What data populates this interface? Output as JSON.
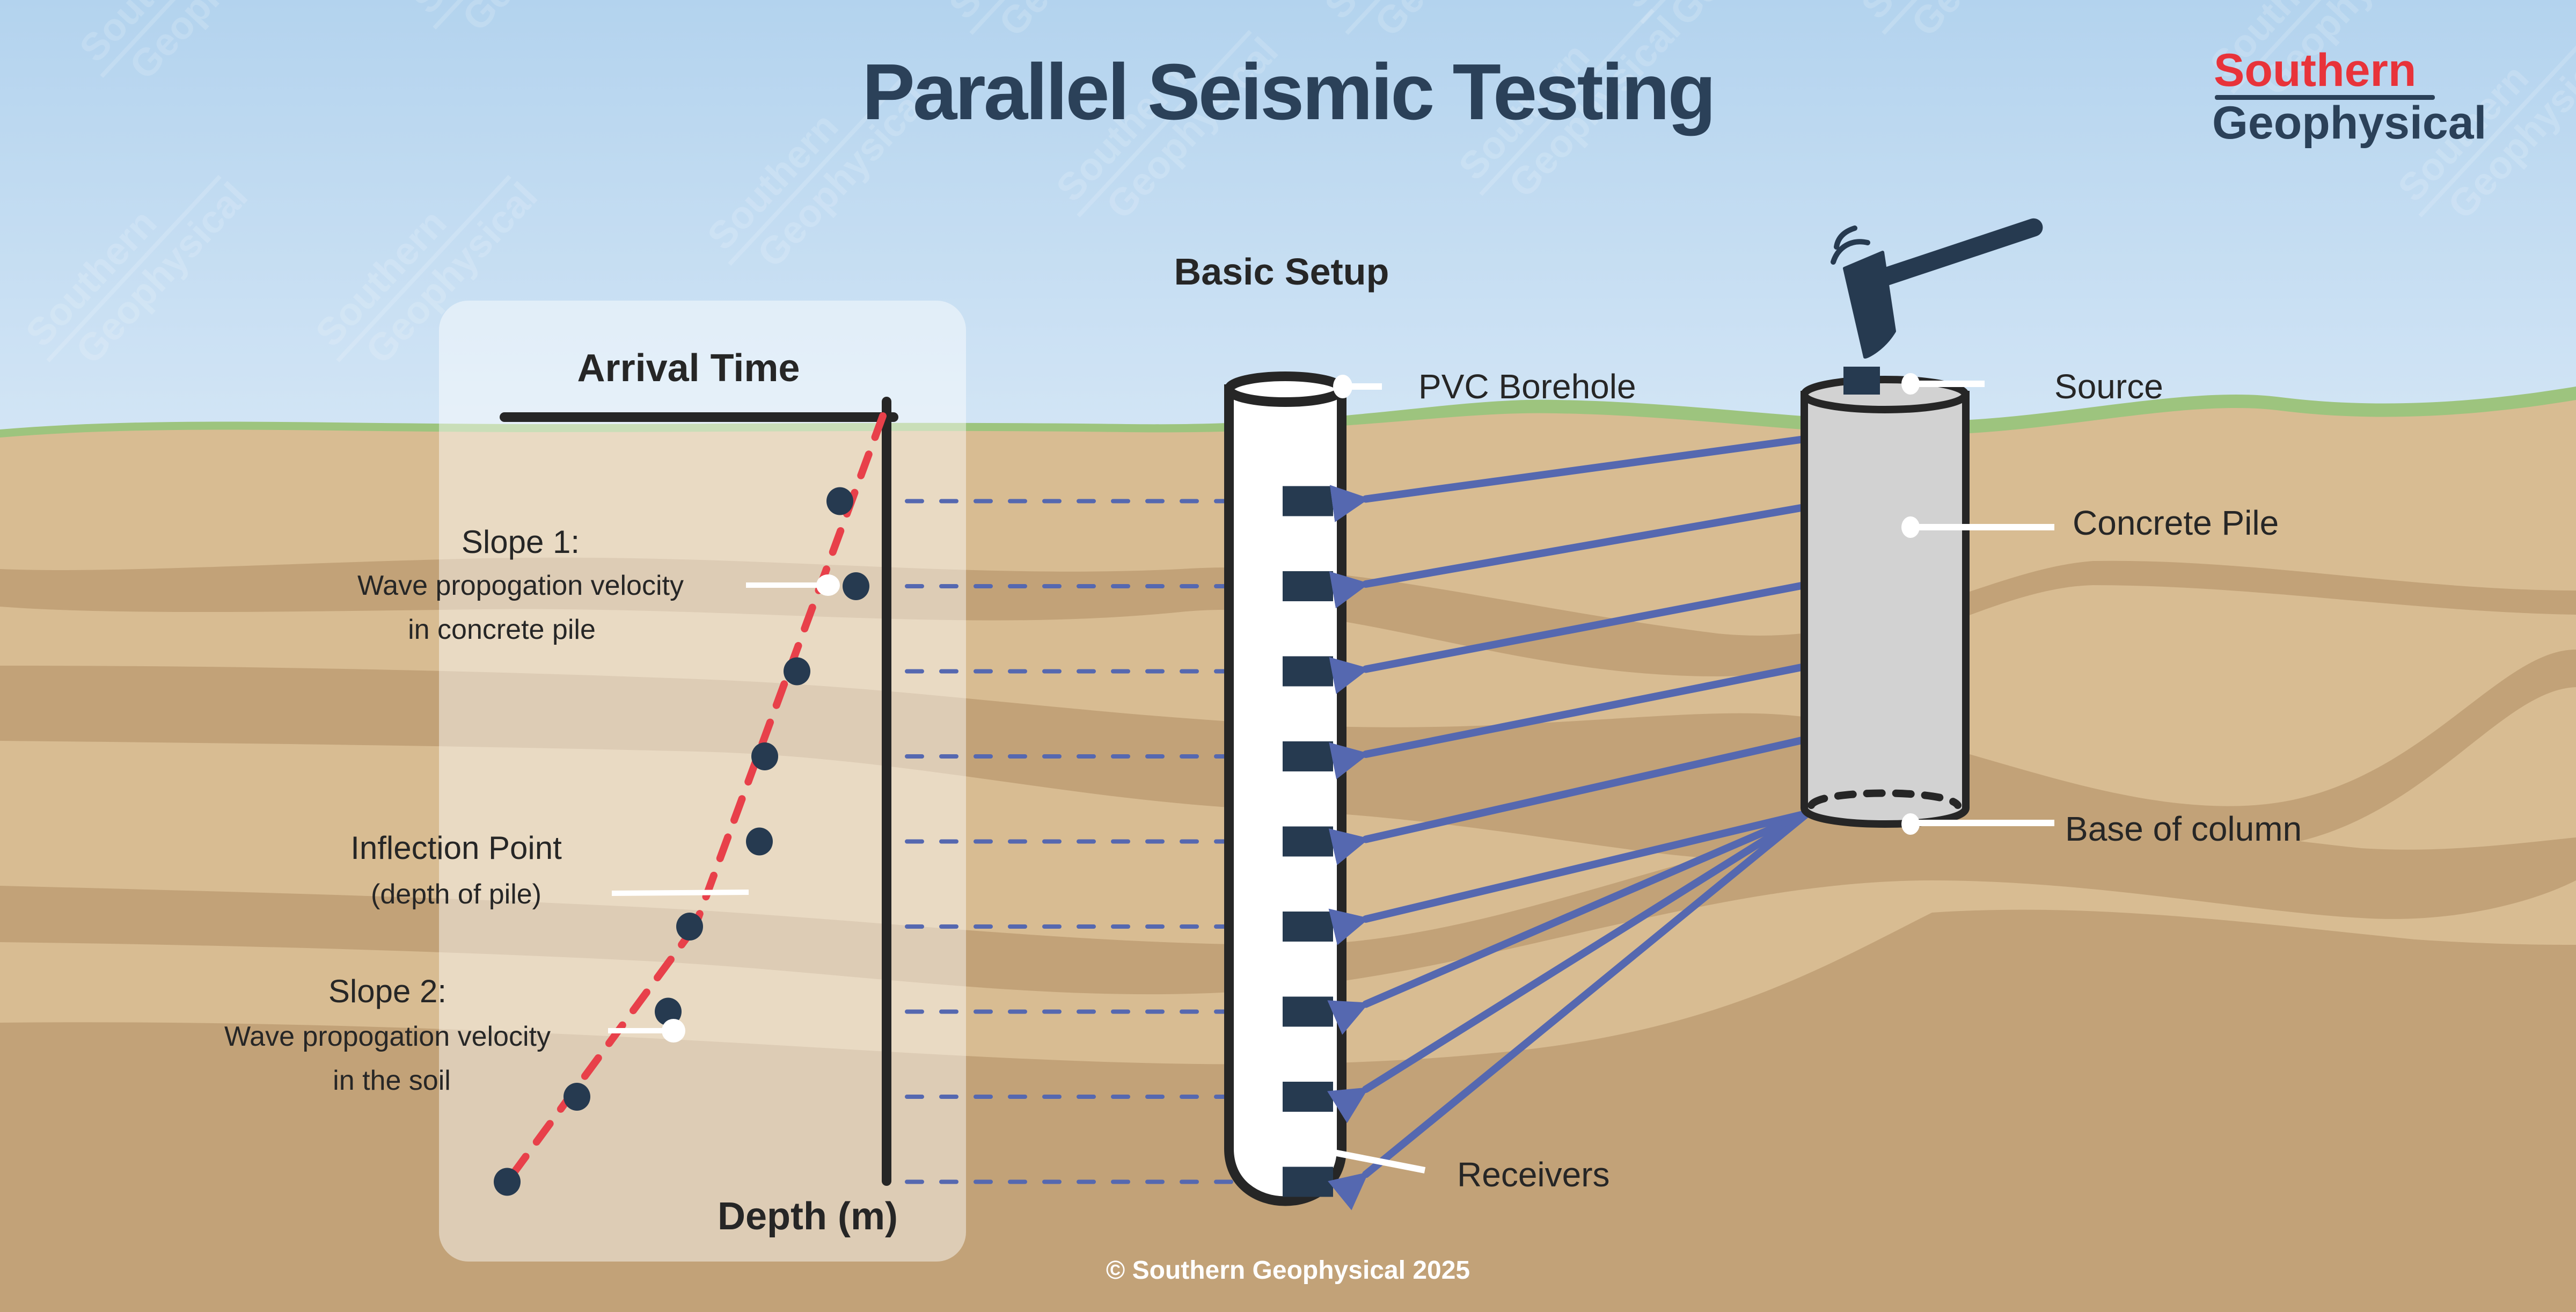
{
  "title": "Parallel Seismic Testing",
  "logo": {
    "line1": "Southern",
    "line2": "Geophysical",
    "line1_color": "#e8333a",
    "line2_color": "#2b4159"
  },
  "watermark_text": [
    "Southern",
    "Geophysical"
  ],
  "copyright": "© Southern Geophysical 2025",
  "colors": {
    "sky_top": "#b3d3ee",
    "sky_bottom": "#d6e7f6",
    "grass": "#9dc47e",
    "soil_light": "#d8bc92",
    "soil_dark": "#c2a278",
    "pipe_outline": "#262626",
    "receiver": "#263a50",
    "wave_arrow": "#5568b0",
    "fit_line": "#e8404a",
    "concrete": "#d2d2d2",
    "leader": "#ffffff"
  },
  "arrival_panel": {
    "x_axis_label": "Arrival Time",
    "y_axis_label": "Depth (m)",
    "annotations": {
      "slope1_title": "Slope 1:",
      "slope1_line1": "Wave propogation velocity",
      "slope1_line2": "in concrete pile",
      "inflection_title": "Inflection Point",
      "inflection_sub": "(depth of pile)",
      "slope2_title": "Slope 2:",
      "slope2_line1": "Wave propogation velocity",
      "slope2_line2": "in the soil"
    }
  },
  "setup": {
    "heading": "Basic Setup",
    "labels": {
      "pvc_borehole": "PVC Borehole",
      "source": "Source",
      "concrete_pile": "Concrete Pile",
      "base_of_column": "Base of column",
      "receivers": "Receivers"
    },
    "receiver_count": 9
  },
  "chart_data": {
    "type": "scatter",
    "title": "Arrival Time",
    "xlabel": "Arrival Time",
    "ylabel": "Depth (m)",
    "x_axis_direction": "time increases to the left",
    "ticks": "none",
    "grid": false,
    "note": "Schematic plot without numeric scale; values are relative (arrival time 0–1, depth index 1–9)",
    "points": [
      {
        "depth_index": 1,
        "arrival_time": 0.08
      },
      {
        "depth_index": 2,
        "arrival_time": 0.05
      },
      {
        "depth_index": 3,
        "arrival_time": 0.16
      },
      {
        "depth_index": 4,
        "arrival_time": 0.22
      },
      {
        "depth_index": 5,
        "arrival_time": 0.23
      },
      {
        "depth_index": 6,
        "arrival_time": 0.36
      },
      {
        "depth_index": 7,
        "arrival_time": 0.4
      },
      {
        "depth_index": 8,
        "arrival_time": 0.57
      },
      {
        "depth_index": 9,
        "arrival_time": 0.7
      }
    ],
    "fit_lines": [
      {
        "name": "Slope 1",
        "from": {
          "depth_index": 0,
          "arrival_time": 0.0
        },
        "to": {
          "depth_index": 6,
          "arrival_time": 0.35
        }
      },
      {
        "name": "Slope 2",
        "from": {
          "depth_index": 6,
          "arrival_time": 0.35
        },
        "to": {
          "depth_index": 9,
          "arrival_time": 0.7
        }
      }
    ],
    "inflection_depth_index": 6
  }
}
